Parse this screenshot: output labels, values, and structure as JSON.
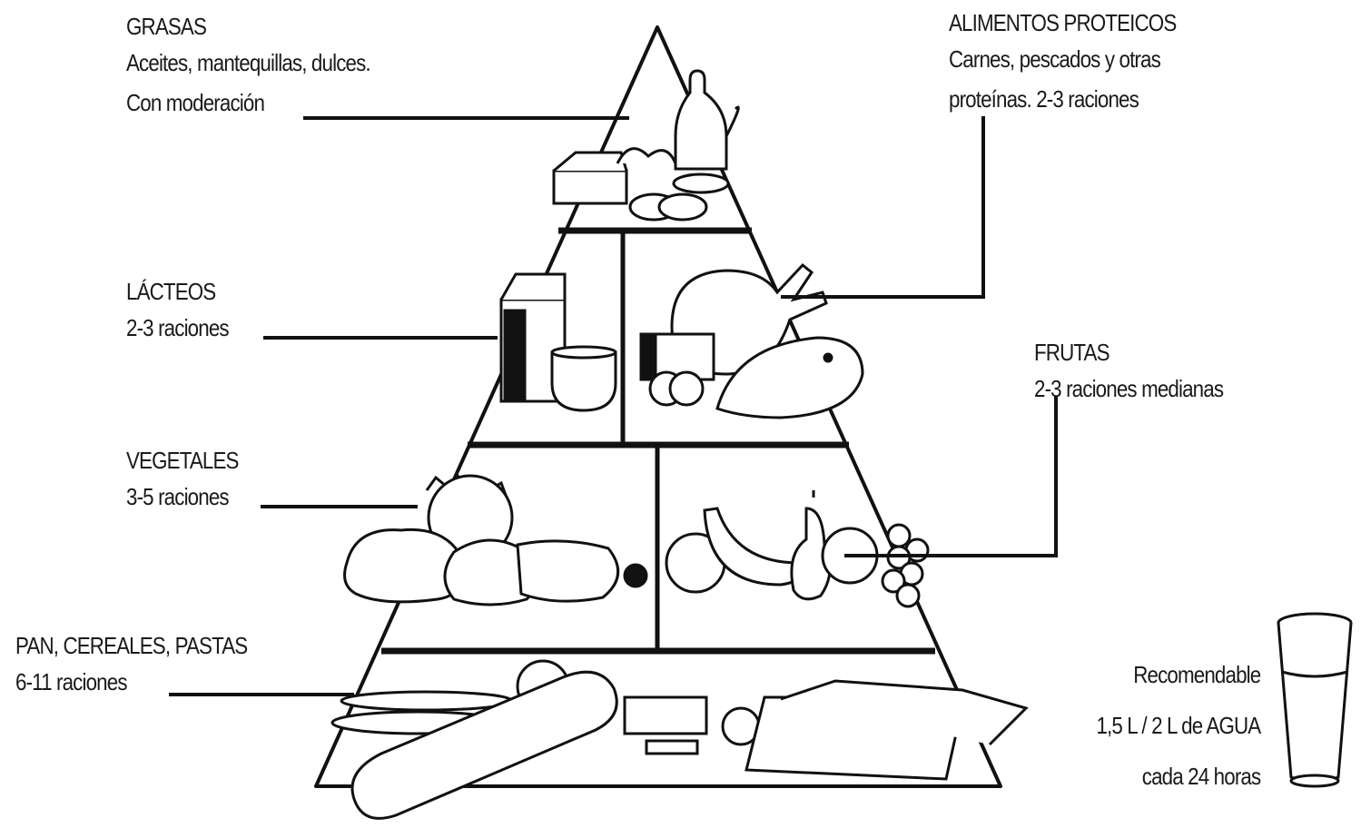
{
  "groups": {
    "grasas": {
      "title": "GRASAS",
      "line1": "Aceites, mantequillas, dulces.",
      "line2": "Con moderación"
    },
    "proteicos": {
      "title": "ALIMENTOS PROTEICOS",
      "line1": "Carnes, pescados y otras",
      "line2": "proteínas. 2-3 raciones"
    },
    "lacteos": {
      "title": "LÁCTEOS",
      "line1": "2-3 raciones"
    },
    "frutas": {
      "title": "FRUTAS",
      "line1": "2-3 raciones medianas"
    },
    "vegetales": {
      "title": "VEGETALES",
      "line1": "3-5 raciones"
    },
    "pan": {
      "title": "PAN, CEREALES, PASTAS",
      "line1": "6-11 raciones"
    }
  },
  "agua": {
    "line1": "Recomendable",
    "line2": "1,5 L / 2 L de AGUA",
    "line3": "cada 24 horas"
  }
}
